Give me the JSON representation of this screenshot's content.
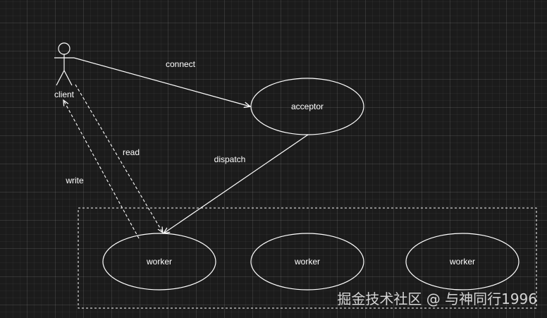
{
  "diagram": {
    "actor": {
      "label": "client"
    },
    "nodes": {
      "acceptor": {
        "label": "acceptor"
      },
      "workers": [
        {
          "label": "worker"
        },
        {
          "label": "worker"
        },
        {
          "label": "worker"
        }
      ]
    },
    "edges": {
      "connect": {
        "label": "connect"
      },
      "dispatch": {
        "label": "dispatch"
      },
      "read": {
        "label": "read"
      },
      "write": {
        "label": "write"
      }
    },
    "colors": {
      "background": "#1b1b1b",
      "stroke": "#ffffff",
      "grid": "#2e2e2e"
    }
  },
  "watermark": "掘金技术社区 @ 与神同行1996"
}
